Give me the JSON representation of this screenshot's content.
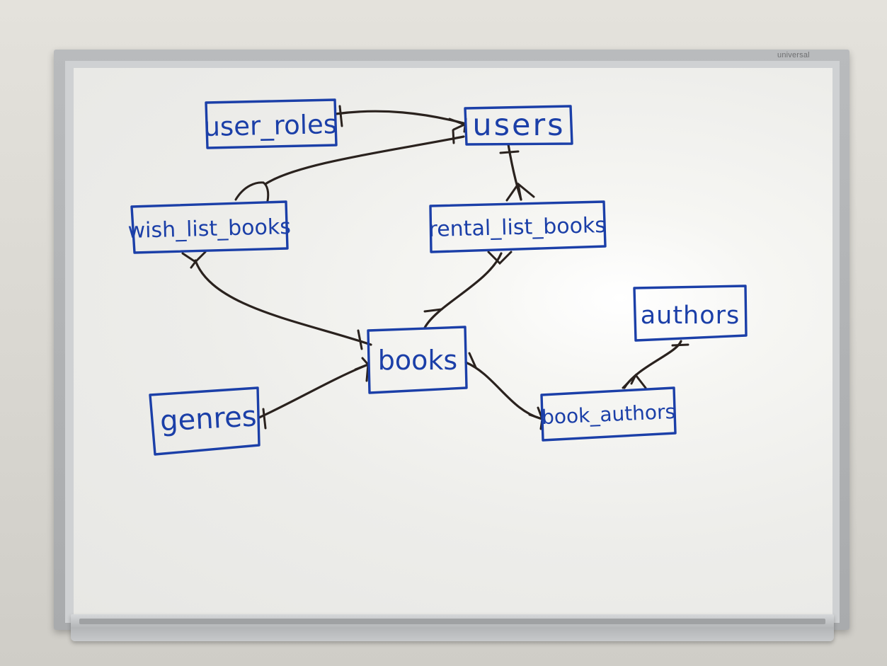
{
  "brand": "universal",
  "diagram": {
    "entities": [
      {
        "id": "user_roles",
        "label": "user_roles"
      },
      {
        "id": "users",
        "label": "users"
      },
      {
        "id": "wish_list_books",
        "label": "wish_list_books"
      },
      {
        "id": "rental_list_books",
        "label": "rental_list_books"
      },
      {
        "id": "authors",
        "label": "authors"
      },
      {
        "id": "books",
        "label": "books"
      },
      {
        "id": "genres",
        "label": "genres"
      },
      {
        "id": "book_authors",
        "label": "book_authors"
      }
    ],
    "relationships": [
      {
        "from": "user_roles",
        "from_end": "one",
        "to": "users",
        "to_end": "many"
      },
      {
        "from": "users",
        "from_end": "one",
        "to": "wish_list_books",
        "to_end": "many"
      },
      {
        "from": "users",
        "from_end": "one",
        "to": "rental_list_books",
        "to_end": "many"
      },
      {
        "from": "books",
        "from_end": "one",
        "to": "wish_list_books",
        "to_end": "many"
      },
      {
        "from": "books",
        "from_end": "one",
        "to": "rental_list_books",
        "to_end": "many"
      },
      {
        "from": "genres",
        "from_end": "one",
        "to": "books",
        "to_end": "many"
      },
      {
        "from": "books",
        "from_end": "one",
        "to": "book_authors",
        "to_end": "many"
      },
      {
        "from": "authors",
        "from_end": "one",
        "to": "book_authors",
        "to_end": "many"
      }
    ]
  },
  "colors": {
    "marker_blue": "#1b3fa8",
    "marker_black": "#2a221e",
    "board": "#f4f4f1"
  }
}
